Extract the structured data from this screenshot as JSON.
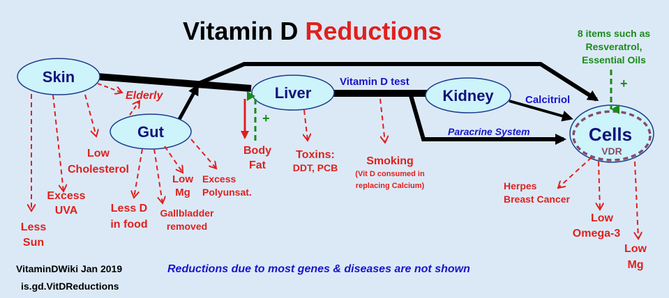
{
  "title": {
    "part1": "Vitamin D",
    "part2": "Reductions"
  },
  "nodes": {
    "skin": "Skin",
    "gut": "Gut",
    "liver": "Liver",
    "kidney": "Kidney",
    "cells": "Cells",
    "vdr": "VDR"
  },
  "flow_labels": {
    "vitamin_d_test": "Vitamin D test",
    "calcitriol": "Calcitriol",
    "paracrine": "Paracrine System"
  },
  "enhancers": {
    "line1": "8 items such as",
    "line2": "Resveratrol,",
    "line3": "Essential Oils",
    "cells_plus": "+",
    "liver_plus": "+"
  },
  "reductions": {
    "elderly": "Elderly",
    "less_sun": [
      "Less",
      "Sun"
    ],
    "excess_uva": [
      "Excess",
      "UVA"
    ],
    "low_cholesterol": [
      "Low",
      "Cholesterol"
    ],
    "less_d_food": [
      "Less D",
      "in food"
    ],
    "gallbladder": [
      "Gallbladder",
      "removed"
    ],
    "low_mg_gut": [
      "Low",
      "Mg"
    ],
    "excess_polyunsat": [
      "Excess",
      "Polyunsat."
    ],
    "body_fat": [
      "Body",
      "Fat"
    ],
    "toxins": [
      "Toxins:",
      "DDT, PCB"
    ],
    "smoking": [
      "Smoking",
      "(Vit D consumed in",
      "replacing Calcium)"
    ],
    "herpes": [
      "Herpes",
      "Breast Cancer"
    ],
    "low_omega3": [
      "Low",
      "Omega-3"
    ],
    "low_mg_cells": [
      "Low",
      "Mg"
    ]
  },
  "footer": {
    "credit": "VitaminDWiki Jan 2019",
    "link": "is.gd.VitDReductions",
    "note": "Reductions due to most genes & diseases are not shown"
  },
  "colors": {
    "background": "#dbe9f7",
    "node_fill": "#cdf3fb",
    "reduction_red": "#e0201c",
    "enhancer_green": "#1a8a1a",
    "label_blue": "#1a14c8",
    "vdr_purple": "#8a4a6a"
  }
}
